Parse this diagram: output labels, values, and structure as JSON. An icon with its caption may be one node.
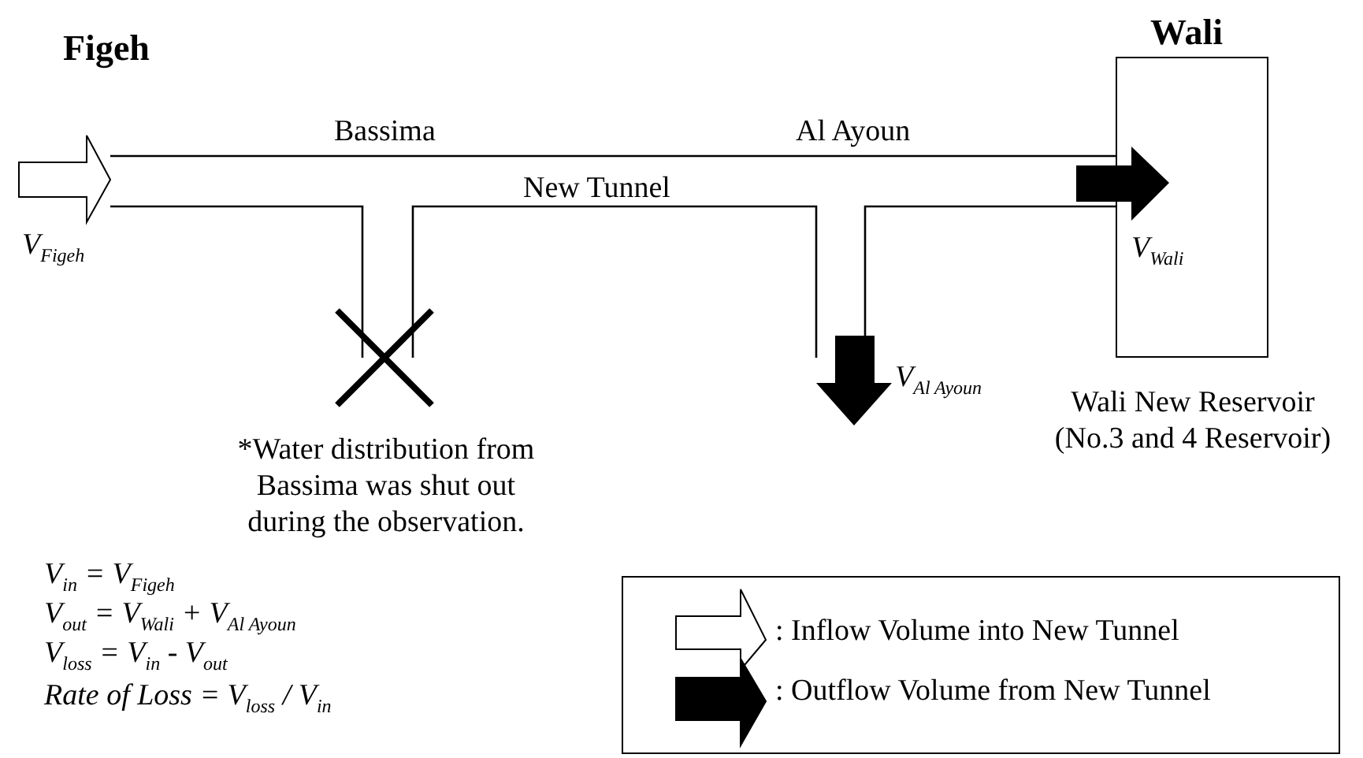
{
  "diagram": {
    "nodes": [
      {
        "text": [
          "Wali",
          "Wali New Reservoir (No.3 and 4 Reservoir)"
        ]
      }
    ],
    "labels": [
      "Figeh",
      "Bassima",
      "Al Ayoun",
      "V$_{Figeh}$",
      "New Tunnel",
      "V$_{Wali}$",
      "V$_{Al Ayoun}$",
      "*Water distribution from Bassima was shut out during the observation.",
      "V$_{in}$ = V$_{Figeh}$",
      "V$_{out}$ = V$_{Wali}$ + V$_{Al Ayoun}$",
      "V$_{loss}$ = V$_{in}$ - V$_{out}$",
      "Rate of Loss = V$_{loss}$ / V$_{in}$"
    ],
    "legend": [
      {
        "text": ": Inflow Volume into New Tunnel"
      },
      {
        "text": ": Outflow Volume from New Tunnel"
      }
    ]
  }
}
